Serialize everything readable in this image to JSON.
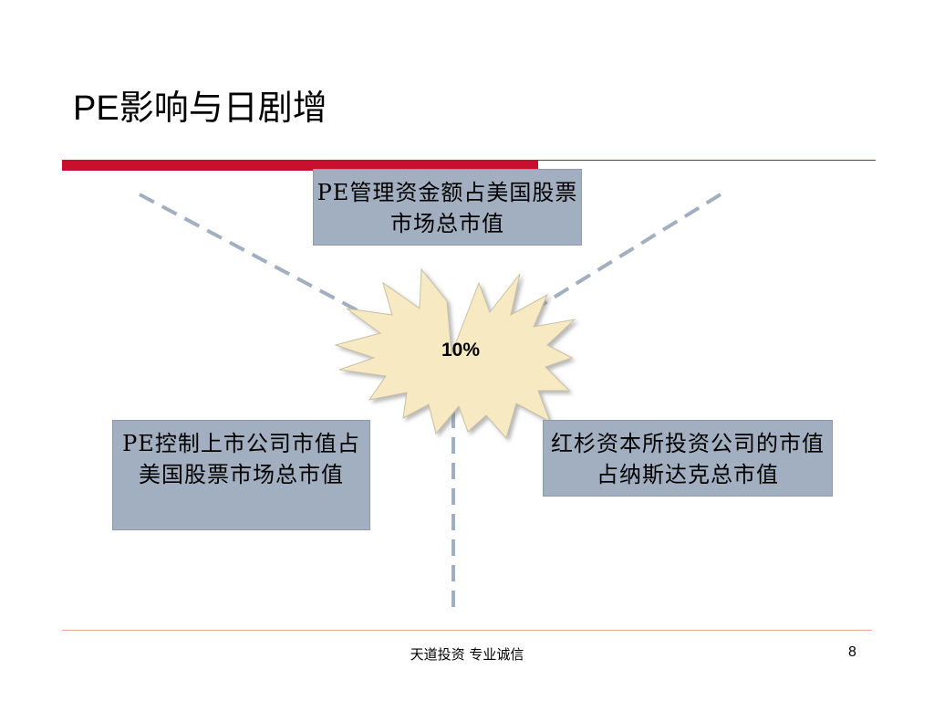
{
  "slide": {
    "title": "PE影响与日剧增",
    "center_value": "10%",
    "box_top": "PE管理资金额占美国股票市场总市值",
    "box_left": "PE控制上市公司市值占美国股票市场总市值",
    "box_right": "红杉资本所投资公司的市值占纳斯达克总市值",
    "footer": "天道投资   专业诚信",
    "page_number": "8"
  },
  "colors": {
    "accent_red": "#c8102e",
    "box_fill": "#a2afc0",
    "star_fill": "#f7e9c2",
    "dashed_line": "#a2afc0"
  }
}
